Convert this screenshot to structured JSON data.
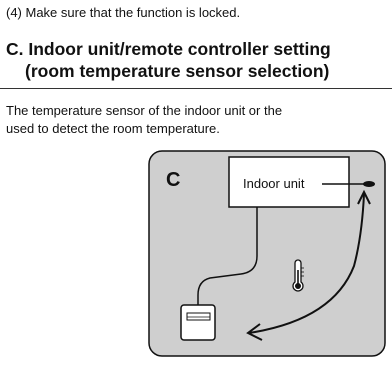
{
  "step4": "(4) Make sure that the function is locked.",
  "section": {
    "heading_line1": "C. Indoor unit/remote controller setting",
    "heading_line2": "(room temperature sensor selection)"
  },
  "paragraph": {
    "line1": "The temperature sensor of the indoor unit or the",
    "line2": "used to detect the room temperature."
  },
  "figure": {
    "letter": "C",
    "indoor_unit_label": "Indoor unit",
    "thermometer_icon": "thermometer-icon",
    "remote_icon": "remote-controller-icon",
    "panel_color": "#cfcfcf"
  }
}
